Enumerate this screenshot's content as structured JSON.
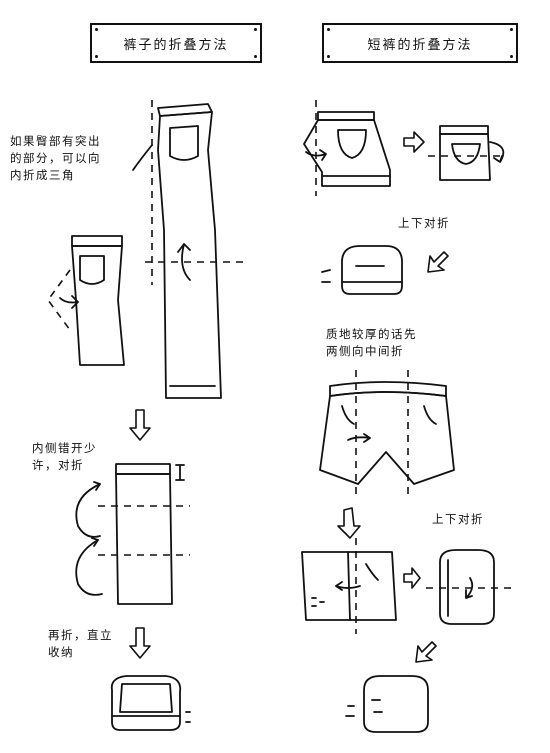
{
  "left": {
    "title": "裤子的折叠方法",
    "note_triangle": [
      "如果臀部有突出",
      "的部分，可以向",
      "内折成三角"
    ],
    "note_stagger": [
      "内侧错开少",
      "许，对折"
    ],
    "note_final": [
      "再折，直立",
      "收纳"
    ]
  },
  "right": {
    "title": "短裤的折叠方法",
    "note_fold1": "上下对折",
    "note_thick": [
      "质地较厚的话先",
      "两侧向中间折"
    ],
    "note_fold2": "上下对折"
  }
}
